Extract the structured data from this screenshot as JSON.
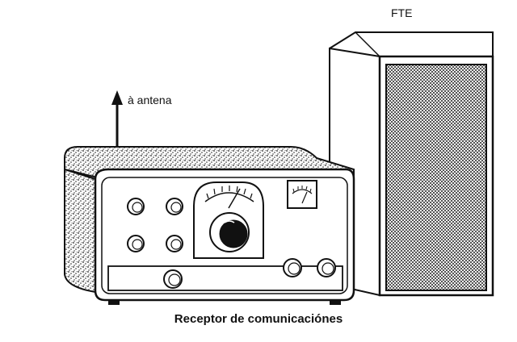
{
  "labels": {
    "speaker": "FTE",
    "antenna": "à antena",
    "caption": "Receptor de comunicaciónes"
  },
  "colors": {
    "ink": "#111111",
    "paper": "#ffffff"
  }
}
